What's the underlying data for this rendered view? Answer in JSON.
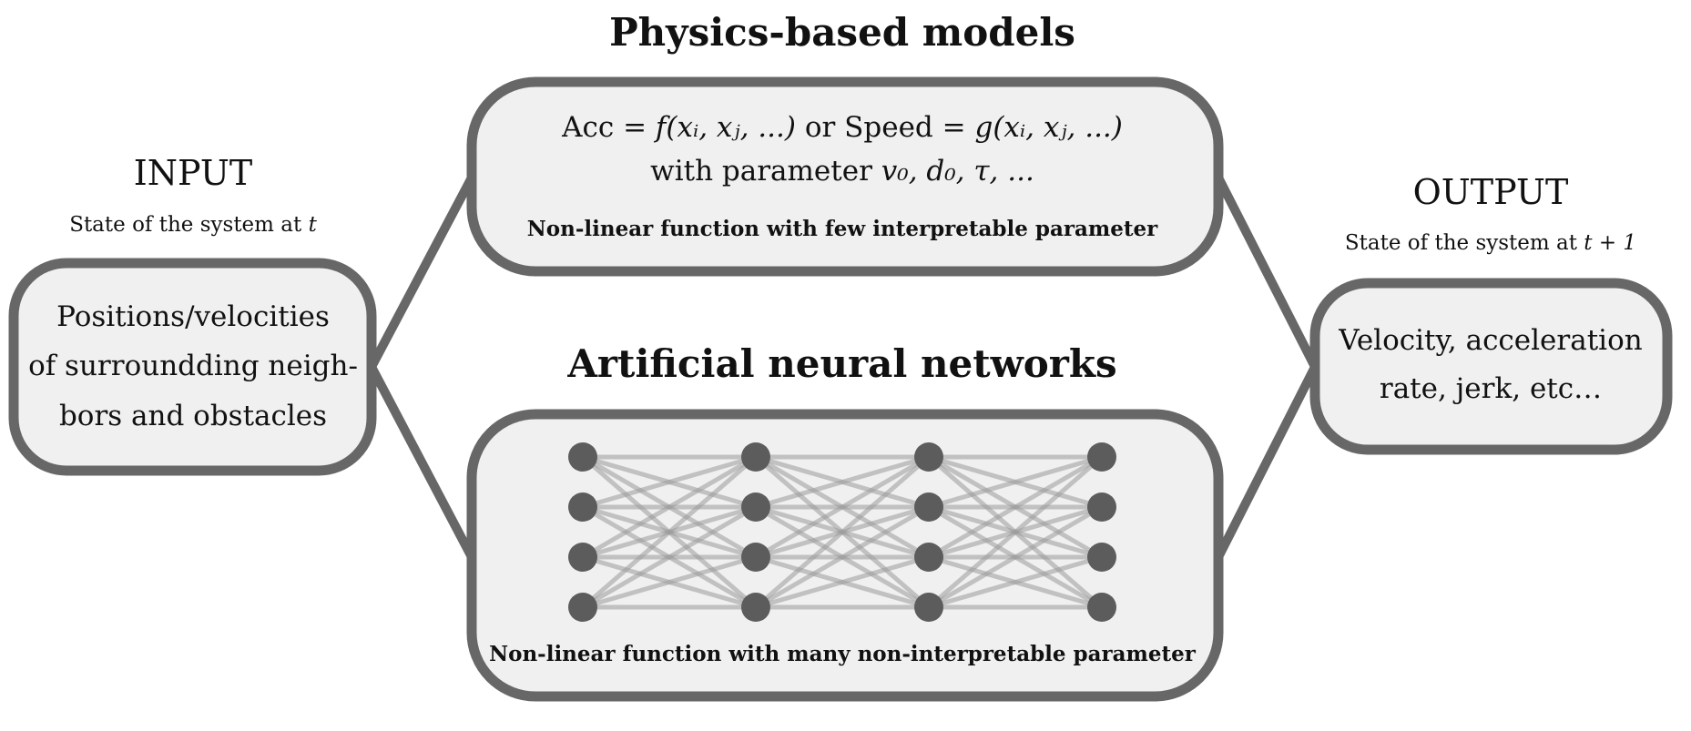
{
  "colors": {
    "box_border": "#676767",
    "box_fill": "#f0f0f0",
    "connector": "#676767",
    "node": "#5c5c5c",
    "edge": "#9a9a9a",
    "text": "#111111"
  },
  "input": {
    "heading": "INPUT",
    "caption_prefix": "State of the system at ",
    "caption_var": "t",
    "box_lines": [
      "Positions/velocities",
      "of surroundding neigh-",
      "bors and obstacles"
    ]
  },
  "output": {
    "heading": "OUTPUT",
    "caption_prefix": "State of the system at ",
    "caption_var": "t + 1",
    "box_lines": [
      "Velocity, acceleration",
      "rate, jerk, etc…"
    ]
  },
  "physics": {
    "title": "Physics-based models",
    "equation_acc_label": "Acc",
    "equation_acc_rhs": "f(xᵢ, xⱼ, ...)",
    "equation_or": "or",
    "equation_speed_label": "Speed",
    "equation_speed_rhs": "g(xᵢ, xⱼ, ...)",
    "param_prefix": "with parameter",
    "param_list": "v₀, d₀, τ, ...",
    "note": "Non-linear function with few interpretable parameter"
  },
  "ann": {
    "title": "Artificial neural networks",
    "note": "Non-linear function with many non-interpretable parameter",
    "layers": 4,
    "nodes_per_layer": 4
  }
}
